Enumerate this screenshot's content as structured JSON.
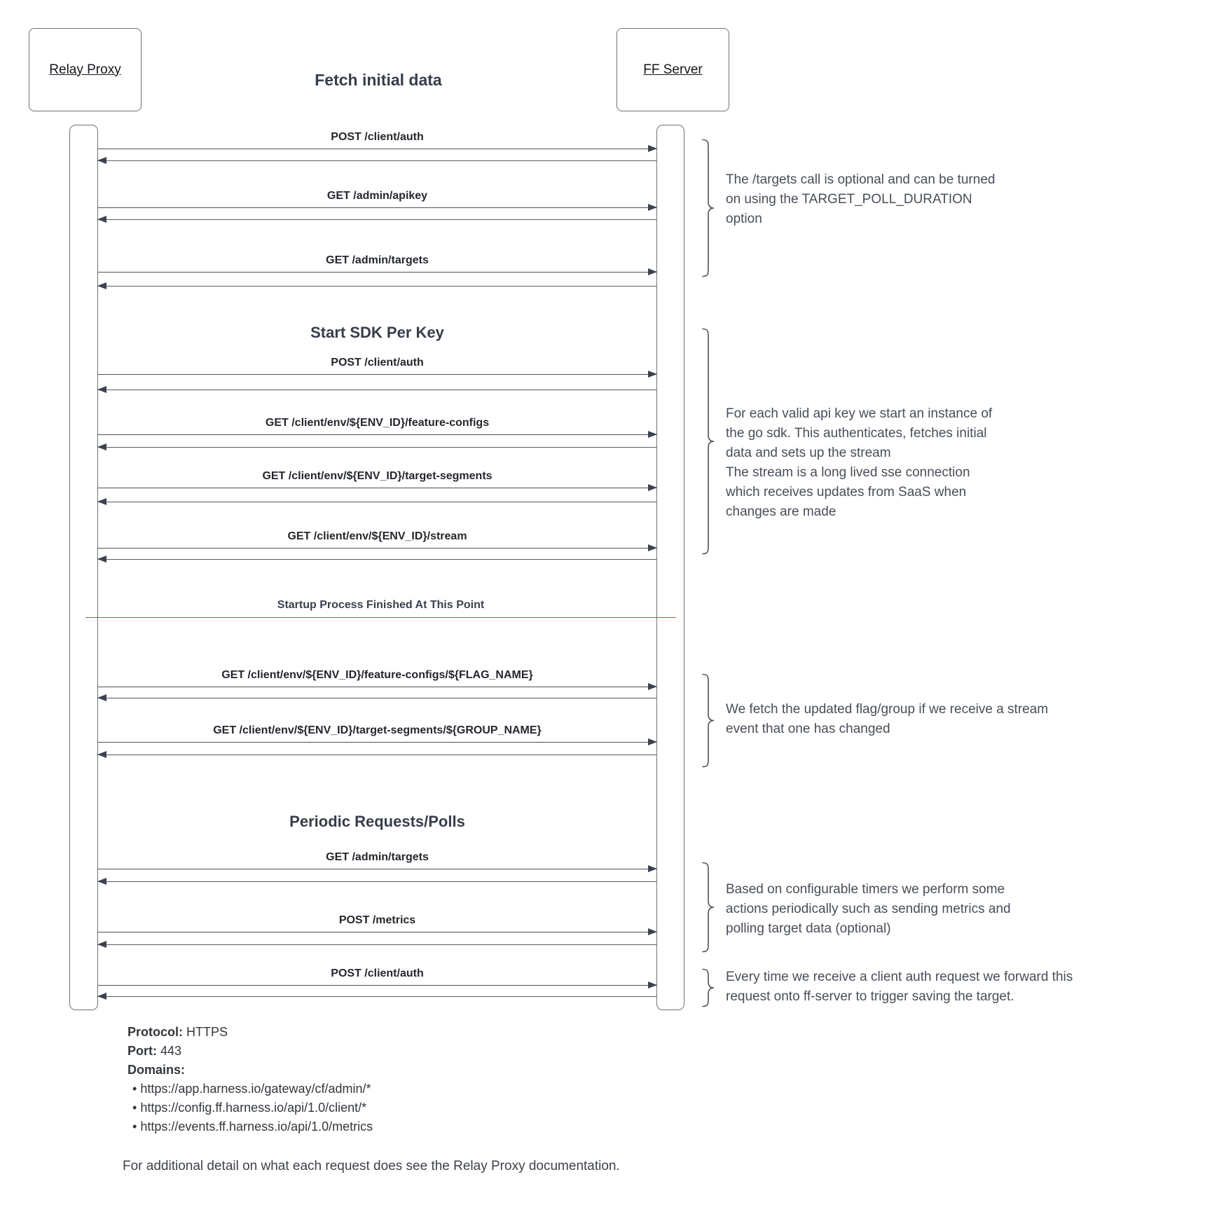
{
  "actors": {
    "left": "Relay Proxy",
    "right": "FF Server"
  },
  "title": "Fetch initial data",
  "sections": {
    "sdk": "Start SDK Per Key",
    "periodic": "Periodic Requests/Polls"
  },
  "divider": {
    "label": "Startup Process Finished At This Point",
    "color": "#c2504b"
  },
  "messages": [
    {
      "label": "POST /client/auth"
    },
    {
      "label": "GET /admin/apikey"
    },
    {
      "label": "GET /admin/targets"
    },
    {
      "label": "POST /client/auth"
    },
    {
      "label": "GET /client/env/${ENV_ID}/feature-configs"
    },
    {
      "label": "GET /client/env/${ENV_ID}/target-segments"
    },
    {
      "label": "GET /client/env/${ENV_ID}/stream"
    },
    {
      "label": "GET /client/env/${ENV_ID}/feature-configs/${FLAG_NAME}"
    },
    {
      "label": "GET /client/env/${ENV_ID}/target-segments/${GROUP_NAME}"
    },
    {
      "label": "GET /admin/targets"
    },
    {
      "label": "POST /metrics"
    },
    {
      "label": "POST /client/auth"
    }
  ],
  "notes": [
    {
      "text": "The /targets call is optional and can be turned\non using the TARGET_POLL_DURATION\noption"
    },
    {
      "text": "For each valid api key we start an instance of\nthe go sdk. This authenticates, fetches initial\ndata and sets up the stream\nThe stream is a long lived sse connection\nwhich receives updates from SaaS when\nchanges are made"
    },
    {
      "text": "We fetch the updated flag/group if we receive a stream\nevent that one has changed"
    },
    {
      "text": "Based on configurable timers we perform some\nactions periodically such as sending metrics and\npolling target data (optional)"
    },
    {
      "text": "Every time we receive a client auth request we forward this\nrequest onto ff-server to trigger saving the target."
    }
  ],
  "info": {
    "protocol_label": "Protocol:",
    "protocol_value": "HTTPS",
    "port_label": "Port:",
    "port_value": "443",
    "domains_label": "Domains:",
    "domains": [
      "https://app.harness.io/gateway/cf/admin/*",
      "https://config.ff.harness.io/api/1.0/client/*",
      "https://events.ff.harness.io/api/1.0/metrics"
    ]
  },
  "footer": "For additional detail on what each request does see the Relay Proxy documentation."
}
